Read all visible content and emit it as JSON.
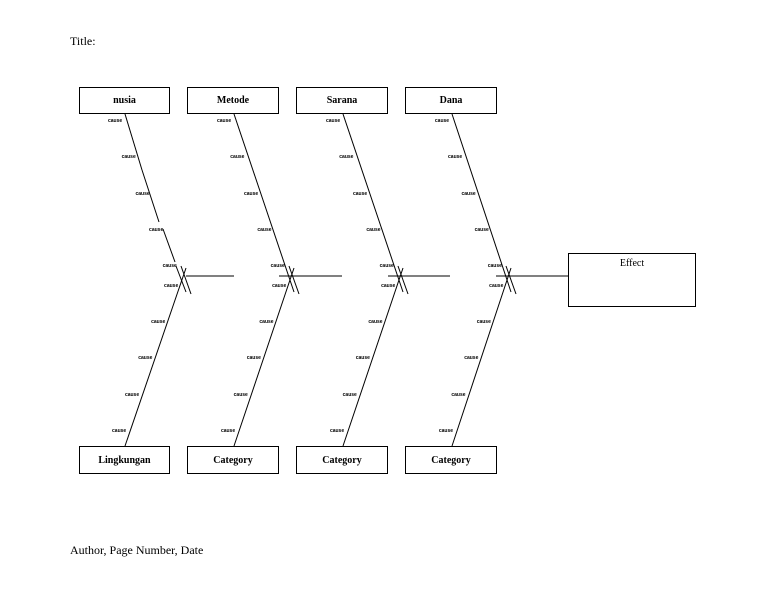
{
  "title": "Title:",
  "footer": "Author, Page Number, Date",
  "effect": "Effect",
  "cause_label": "cause",
  "top_categories": [
    "nusia",
    "Metode",
    "Sarana",
    "Dana"
  ],
  "bottom_categories": [
    "Lingkungan",
    "Category",
    "Category",
    "Category"
  ]
}
